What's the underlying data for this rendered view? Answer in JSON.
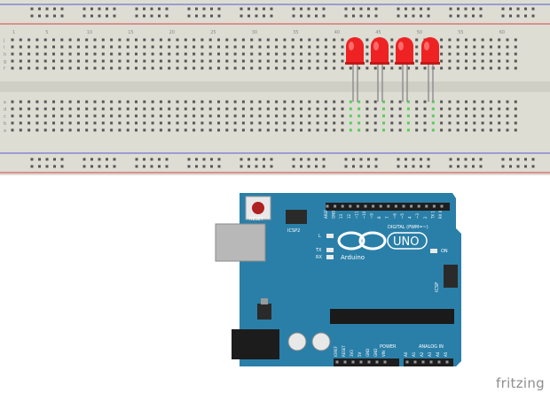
{
  "breadboard": {
    "led_count": 4,
    "led_color": "#ee2222",
    "rail_red": "#d84848",
    "rail_blue": "#5a5ad0",
    "active_hole_color": "#55cc55",
    "column_numbers_top": [
      "1",
      "5",
      "10",
      "15",
      "20",
      "25",
      "30",
      "35",
      "40",
      "45",
      "50",
      "55",
      "60"
    ],
    "row_letters": [
      "j",
      "i",
      "h",
      "g",
      "f",
      "e",
      "d",
      "c",
      "b",
      "a"
    ]
  },
  "arduino": {
    "logo_text": "Arduino",
    "model_text": "UNO",
    "reset_label": "RESET",
    "icsp2_label": "ICSP2",
    "icsp_label": "ICSP",
    "digital_label": "DIGITAL (PWM=~)",
    "power_label": "POWER",
    "analog_label": "ANALOG IN",
    "led_l_label": "L",
    "tx_label": "TX",
    "rx_label": "RX",
    "on_label": "ON",
    "board_color": "#2a7fa8",
    "pin_header_top": [
      "AREF",
      "GND",
      "13",
      "12",
      "~11",
      "~10",
      "~9",
      "8",
      "7",
      "~6",
      "~5",
      "4",
      "~3",
      "2",
      "TX 1",
      "RX 0"
    ],
    "pin_header_power": [
      "IOREF",
      "RESET",
      "3V3",
      "5V",
      "GND",
      "GND",
      "VIN"
    ],
    "pin_header_analog": [
      "A0",
      "A1",
      "A2",
      "A3",
      "A4",
      "A5"
    ]
  },
  "watermark": "fritzing"
}
